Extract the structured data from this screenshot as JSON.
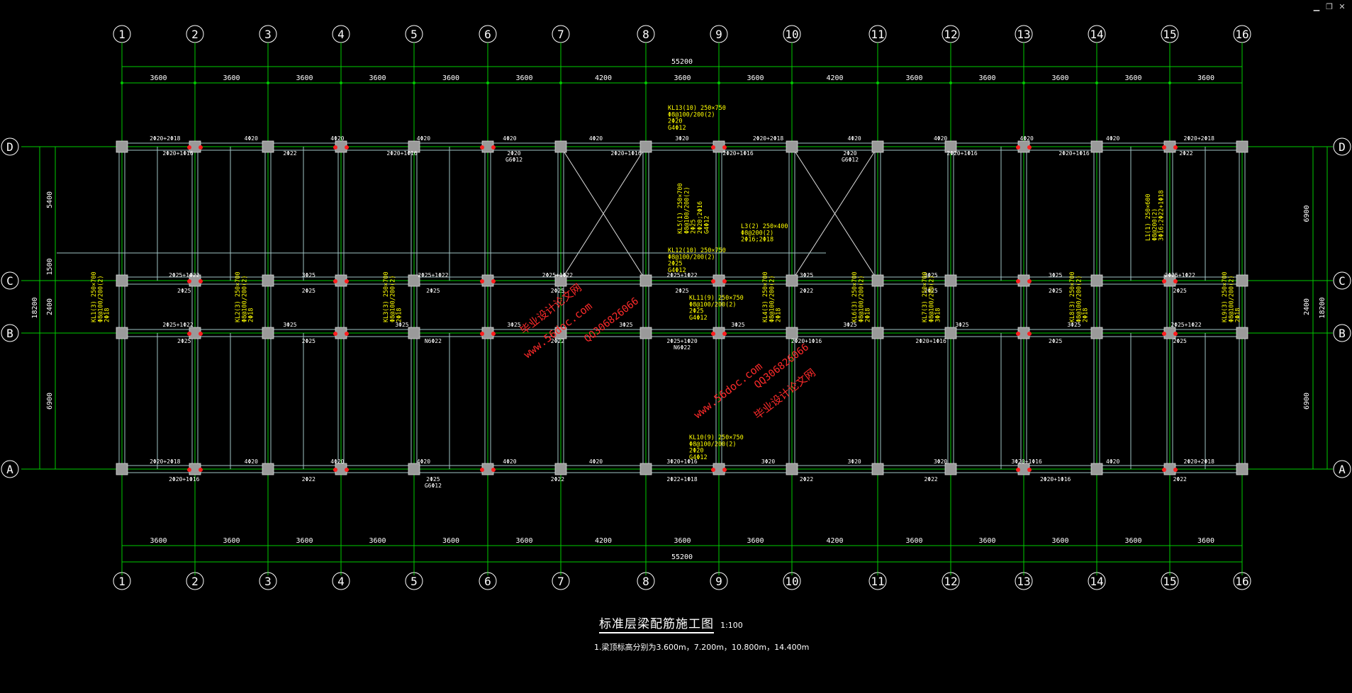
{
  "window_controls": {
    "minimize": "▁",
    "restore": "❐",
    "close": "✕"
  },
  "drawing": {
    "title": "标准层梁配筋施工图",
    "scale": "1:100",
    "note": "1.梁顶标高分别为3.600m，7.200m，10.800m，14.400m",
    "overall_dimension": "55200",
    "column_axes": [
      "1",
      "2",
      "3",
      "4",
      "5",
      "6",
      "7",
      "8",
      "9",
      "10",
      "11",
      "12",
      "13",
      "14",
      "15",
      "16"
    ],
    "bay_dimensions": [
      "3600",
      "3600",
      "3600",
      "3600",
      "3600",
      "3600",
      "4200",
      "3600",
      "3600",
      "4200",
      "3600",
      "3600",
      "3600",
      "3600",
      "3600"
    ],
    "row_axes": [
      "D",
      "C",
      "B",
      "A"
    ],
    "left_dims": [
      "5400",
      "1500",
      "2400",
      "6900"
    ],
    "left_total": "18200",
    "right_dims": [
      "6900",
      "2400",
      "6900"
    ],
    "right_total": "18200",
    "row_D_top": [
      "2Φ20+2Φ18",
      "4Φ20",
      "4Φ20",
      "4Φ20",
      "4Φ20",
      "4Φ20",
      "3Φ20",
      "2Φ20+2Φ18",
      "4Φ20",
      "4Φ20",
      "4Φ20",
      "4Φ20",
      "2Φ20+2Φ18"
    ],
    "row_D_bottom": [
      "2Φ20+1Φ16",
      "2Φ22",
      "2Φ20+1Φ16",
      "2Φ20\nG6Φ12",
      "2Φ20+1Φ16",
      "2Φ20+1Φ16",
      "2Φ20\nG6Φ12",
      "2Φ20+1Φ16",
      "2Φ20+1Φ16",
      "2Φ22"
    ],
    "row_C_top": [
      "2Φ25+1Φ22",
      "3Φ25",
      "2Φ25+1Φ22",
      "2Φ25+1Φ22",
      "2Φ25+1Φ22",
      "3Φ25",
      "3Φ25",
      "3Φ25",
      "2Φ25+1Φ22"
    ],
    "row_C_bottom": [
      "2Φ25",
      "2Φ25",
      "2Φ25",
      "2Φ25",
      "2Φ25",
      "2Φ22",
      "2Φ25",
      "2Φ25",
      "2Φ25"
    ],
    "row_B_top": [
      "2Φ25+1Φ22",
      "3Φ25",
      "3Φ25",
      "3Φ25",
      "3Φ25",
      "3Φ25",
      "3Φ25",
      "3Φ25",
      "3Φ25",
      "2Φ25+1Φ22"
    ],
    "row_B_bottom": [
      "2Φ25",
      "2Φ25",
      "N6Φ22",
      "2Φ22",
      "2Φ25+1Φ20\nN6Φ22",
      "2Φ20+1Φ16",
      "2Φ20+1Φ16",
      "2Φ25",
      "2Φ25"
    ],
    "row_A_top": [
      "2Φ20+2Φ18",
      "4Φ20",
      "4Φ20",
      "4Φ20",
      "4Φ20",
      "4Φ20",
      "3Φ20+1Φ16",
      "3Φ20",
      "3Φ20",
      "3Φ20",
      "3Φ20+1Φ16",
      "4Φ20",
      "2Φ20+2Φ18"
    ],
    "row_A_bottom": [
      "2Φ20+1Φ16",
      "2Φ22",
      "2Φ25\nG6Φ12",
      "2Φ22",
      "2Φ22+1Φ18",
      "2Φ22",
      "2Φ22",
      "2Φ20+1Φ16",
      "2Φ22"
    ],
    "beam_notes": [
      "KL13(10) 250×750\nΦ8@100/200(2)\n2Φ20\nG4Φ12",
      "KL12(10) 250×750\nΦ8@100/200(2)\n2Φ25\nG4Φ12",
      "KL11(9) 250×750\nΦ8@100/200(2)\n2Φ25\nG4Φ12",
      "KL10(9) 250×750\nΦ8@100/200(2)\n2Φ20\nG4Φ12",
      "KL5(1) 250×700\nΦ8@100/200(2)\n2Φ25\n2Φ20;2Φ16\nG4Φ12",
      "L3(2) 250×400\nΦ8@200(2)\n2Φ16;2Φ18",
      "L1(1) 250×600\nΦ8@200(2)\n3Φ16;2Φ22+1Φ18",
      "KL1(3) 250×700\nΦ8@100/200(2)\n2Φ18",
      "KL2(3) 250×700\nΦ8@100/200(2)\n2Φ18",
      "KL3(3) 250×700\nΦ8@100/200(2)\n2Φ18",
      "KL4(3) 250×700\nΦ8@100/200(2)\n2Φ18",
      "KL6(3) 250×700\nΦ8@100/200(2)\n2Φ18",
      "KL7(3) 250×700\nΦ8@100/200(2)\n3Φ18",
      "KL8(3) 250×700\nΦ8@100/200(2)\n2Φ18",
      "KL9(3) 250×700\nΦ8@100/200(2)\n2Φ18"
    ],
    "watermarks": [
      "www.56doc.com",
      "QQ306826066",
      "毕业设计论文网"
    ],
    "colors": {
      "background": "#000000",
      "grid": "#00cc00",
      "beam": "#a0c4c4",
      "text": "#ffffff",
      "note": "#ffff00",
      "column": "#9a9a9a",
      "mark": "#ff2020",
      "watermark": "#ff2a2a"
    }
  }
}
